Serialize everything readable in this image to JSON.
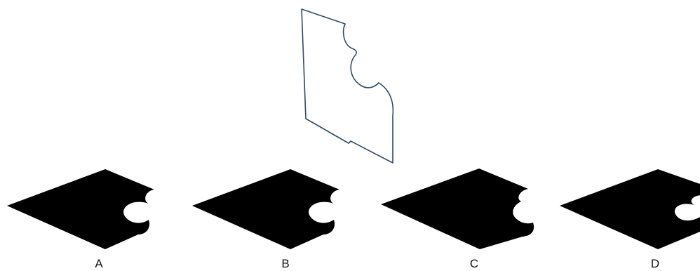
{
  "options": [
    {
      "label": "A",
      "shape": "black-cutout-shape"
    },
    {
      "label": "B",
      "shape": "black-cutout-shape"
    },
    {
      "label": "C",
      "shape": "black-cutout-shape"
    },
    {
      "label": "D",
      "shape": "black-cutout-shape"
    }
  ],
  "colors": {
    "outline": "#2e4a6b",
    "fill": "#000000",
    "background": "#ffffff"
  }
}
